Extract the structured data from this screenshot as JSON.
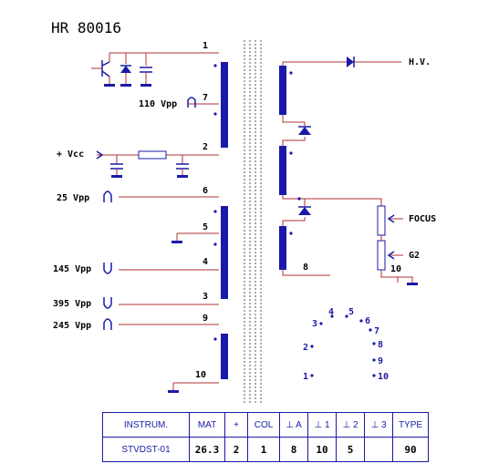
{
  "title": "HR 80016",
  "primary": {
    "pins": [
      "1",
      "7",
      "2",
      "6",
      "5",
      "4",
      "3",
      "9",
      "10"
    ],
    "supply_label": "+ Vcc",
    "pulses": [
      {
        "label": "110 Vpp"
      },
      {
        "label": "25 Vpp"
      },
      {
        "label": "145 Vpp"
      },
      {
        "label": "395 Vpp"
      },
      {
        "label": "245 Vpp"
      }
    ]
  },
  "secondary": {
    "hv_label": "H.V.",
    "focus_label": "FOCUS",
    "g2_label": "G2",
    "pin8": "8",
    "pin10": "10"
  },
  "pin_layout": [
    "1",
    "2",
    "3",
    "4",
    "5",
    "6",
    "7",
    "8",
    "9",
    "10"
  ],
  "table": {
    "headers": [
      "INSTRUM.",
      "MAT",
      "+",
      "COL",
      "⊥ A",
      "⊥ 1",
      "⊥ 2",
      "⊥ 3",
      "TYPE"
    ],
    "values": [
      "STVDST-01",
      "26.3",
      "2",
      "1",
      "8",
      "10",
      "5",
      "",
      "90"
    ]
  }
}
